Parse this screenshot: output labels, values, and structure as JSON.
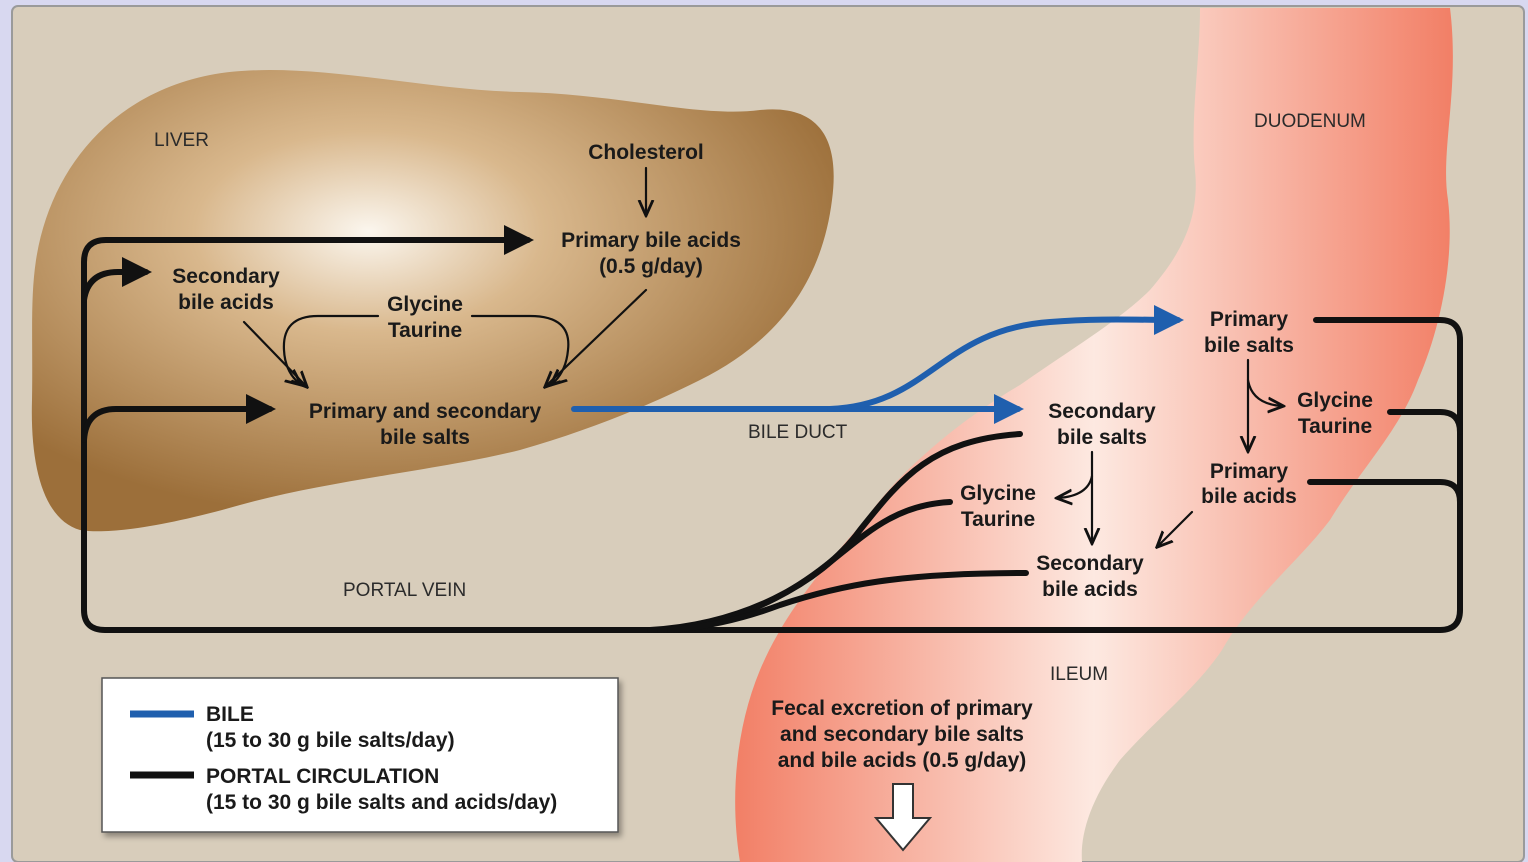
{
  "organs": {
    "liver": "LIVER",
    "duodenum": "DUODENUM",
    "ileum": "ILEUM",
    "bile_duct": "BILE DUCT",
    "portal_vein": "PORTAL VEIN"
  },
  "liver_nodes": {
    "cholesterol": "Cholesterol",
    "primary_bile_acids_1": "Primary bile acids",
    "primary_bile_acids_2": "(0.5 g/day)",
    "secondary_bile_acids_1": "Secondary",
    "secondary_bile_acids_2": "bile acids",
    "glycine": "Glycine",
    "taurine": "Taurine",
    "bile_salts_1": "Primary and secondary",
    "bile_salts_2": "bile salts"
  },
  "intestine_nodes": {
    "primary_salts_1": "Primary",
    "primary_salts_2": "bile salts",
    "glycine_right": "Glycine",
    "taurine_right": "Taurine",
    "primary_acids_1": "Primary",
    "primary_acids_2": "bile acids",
    "secondary_salts_1": "Secondary",
    "secondary_salts_2": "bile salts",
    "glycine_left": "Glycine",
    "taurine_left": "Taurine",
    "secondary_acids_1": "Secondary",
    "secondary_acids_2": "bile acids",
    "fecal_1": "Fecal excretion of primary",
    "fecal_2": "and secondary bile salts",
    "fecal_3": "and bile acids (0.5 g/day)"
  },
  "legend": {
    "bile_label": "BILE",
    "bile_amount": "(15 to 30 g bile salts/day)",
    "portal_label": "PORTAL CIRCULATION",
    "portal_amount": "(15 to 30 g bile salts and acids/day)"
  },
  "colors": {
    "background": "#d8cdbb",
    "liver": "#a97c45",
    "intestine": "#f4917b",
    "bile_line": "#1f5fae",
    "portal_line": "#111111"
  }
}
